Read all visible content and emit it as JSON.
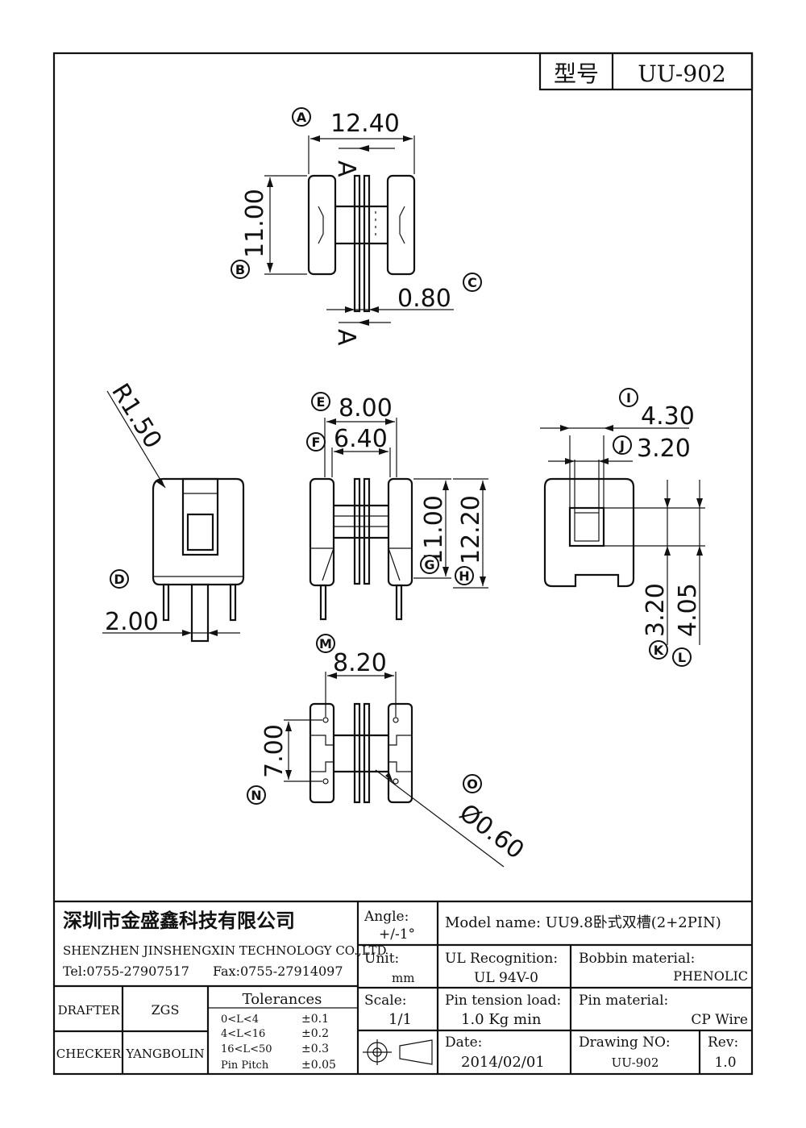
{
  "title_block_top": {
    "label": "型号",
    "model": "UU-902"
  },
  "view_top": {
    "callouts": [
      "A",
      "B",
      "C"
    ],
    "dims": {
      "width": "12.40",
      "height": "11.00",
      "pin": "0.80",
      "section": "A"
    }
  },
  "view_left": {
    "callouts": [
      "D"
    ],
    "dims": {
      "radius": "R1.50",
      "pitch": "2.00"
    }
  },
  "view_front": {
    "callouts": [
      "E",
      "F",
      "G",
      "H"
    ],
    "dims": {
      "outer": "8.00",
      "inner": "6.40",
      "h1": "11.00",
      "h2": "12.20"
    }
  },
  "view_right": {
    "callouts": [
      "I",
      "J",
      "K",
      "L"
    ],
    "dims": {
      "w1": "4.30",
      "w2": "3.20",
      "v1": "3.20",
      "v2": "4.05"
    }
  },
  "view_bottom": {
    "callouts": [
      "M",
      "N",
      "O"
    ],
    "dims": {
      "span": "8.20",
      "pitch": "7.00",
      "hole": "Ø0.60"
    }
  },
  "title_block": {
    "company_cn": "深圳市金盛鑫科技有限公司",
    "company_en": "SHENZHEN JINSHENGXIN TECHNOLOGY CO.,LTD",
    "tel": "Tel:0755-27907517",
    "fax": "Fax:0755-27914097",
    "angle_label": "Angle:",
    "angle_value": "+/-1°",
    "unit_label": "Unit:",
    "unit_value": "mm",
    "scale_label": "Scale:",
    "scale_value": "1/1",
    "model_name": "Model name: UU9.8卧式双槽(2+2PIN)",
    "ul_label": "UL Recognition:",
    "ul_value": "UL 94V-0",
    "bobbin_label": "Bobbin material:",
    "bobbin_value": "PHENOLIC",
    "tension_label": "Pin tension load:",
    "tension_value": "1.0 Kg min",
    "pin_label": "Pin material:",
    "pin_value": "CP Wire",
    "date_label": "Date:",
    "date_value": "2014/02/01",
    "drawing_label": "Drawing NO:",
    "drawing_value": "UU-902",
    "rev_label": "Rev:",
    "rev_value": "1.0",
    "drafter_label": "DRAFTER",
    "drafter_name": "ZGS",
    "checker_label": "CHECKER",
    "checker_name": "YANGBOLIN",
    "tolerances_title": "Tolerances",
    "tolerances": [
      {
        "range": "0<L<4",
        "value": "±0.1"
      },
      {
        "range": "4<L<16",
        "value": "±0.2"
      },
      {
        "range": "16<L<50",
        "value": "±0.3"
      },
      {
        "range": "Pin Pitch",
        "value": "±0.05"
      }
    ]
  }
}
